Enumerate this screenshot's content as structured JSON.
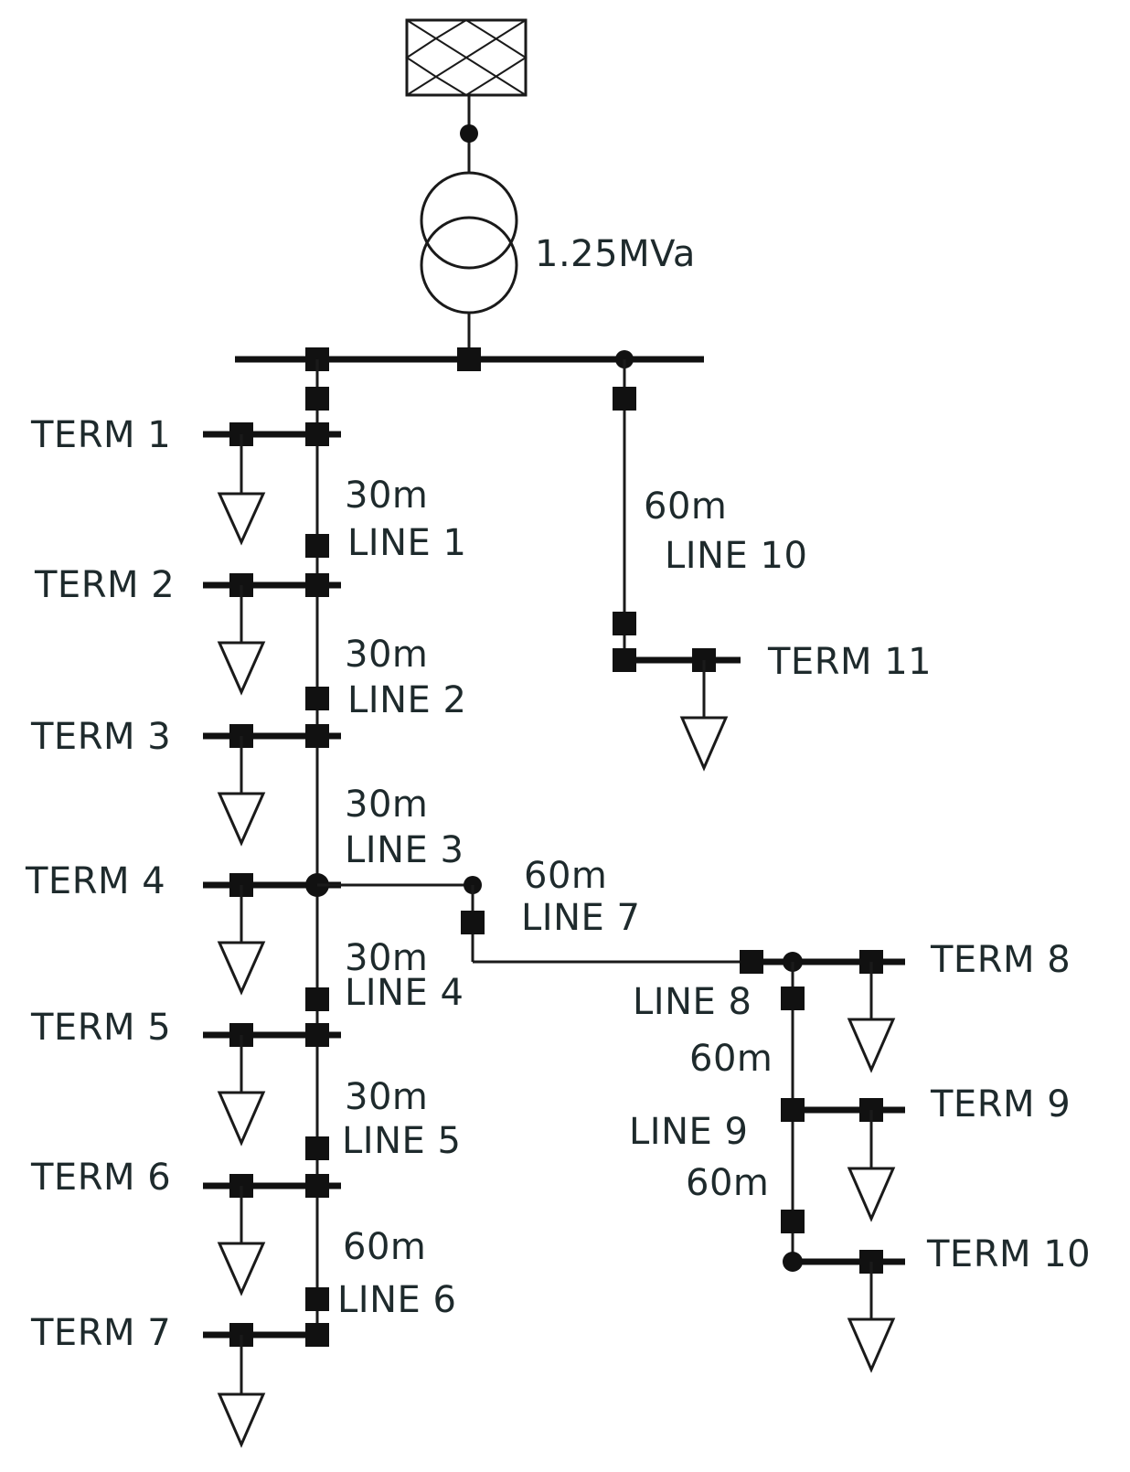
{
  "transformer": {
    "rating": "1.25MVa"
  },
  "terminals": [
    "TERM 1",
    "TERM 2",
    "TERM 3",
    "TERM 4",
    "TERM 5",
    "TERM 6",
    "TERM 7",
    "TERM 8",
    "TERM 9",
    "TERM 10",
    "TERM 11"
  ],
  "lines": [
    {
      "name": "LINE 1",
      "length": "30m"
    },
    {
      "name": "LINE 2",
      "length": "30m"
    },
    {
      "name": "LINE 3",
      "length": "30m"
    },
    {
      "name": "LINE 4",
      "length": "30m"
    },
    {
      "name": "LINE 5",
      "length": "30m"
    },
    {
      "name": "LINE 6",
      "length": "60m"
    },
    {
      "name": "LINE 7",
      "length": "60m"
    },
    {
      "name": "LINE 8",
      "length": "60m"
    },
    {
      "name": "LINE 9",
      "length": "60m"
    },
    {
      "name": "LINE 10",
      "length": "60m"
    }
  ],
  "colors": {
    "stroke": "#1a1a1a",
    "text": "#1e2a2c",
    "background": "#ffffff"
  }
}
